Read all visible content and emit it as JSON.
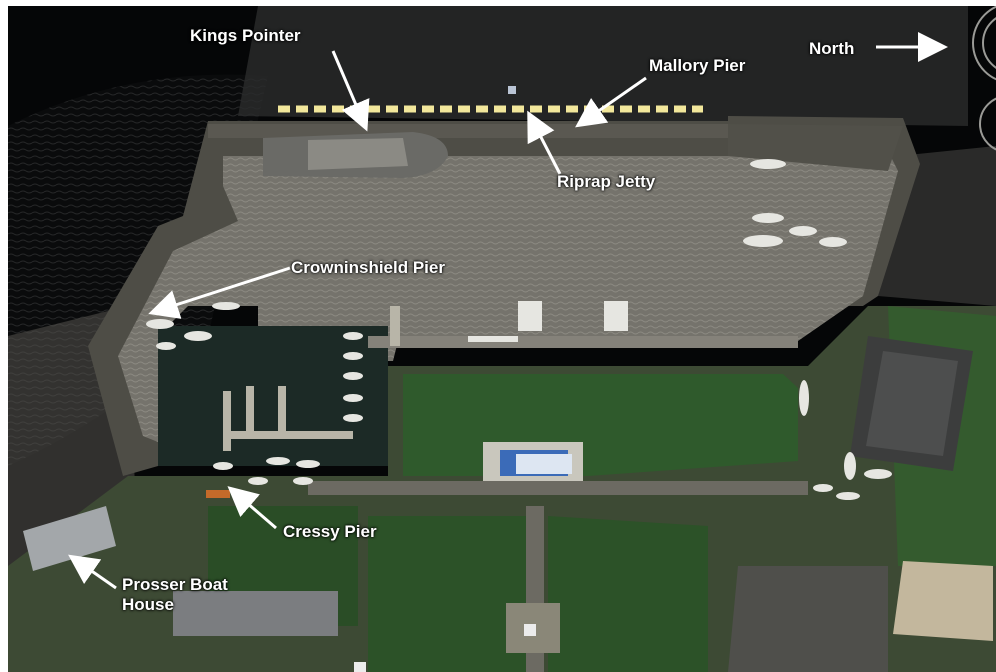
{
  "labels": {
    "kings_pointer": "Kings Pointer",
    "mallory_pier": "Mallory Pier",
    "north": "North",
    "riprap_jetty": "Riprap Jetty",
    "crowninshield_pier": "Crowninshield Pier",
    "cressy_pier": "Cressy Pier",
    "prosser_boat_house_line1": "Prosser Boat",
    "prosser_boat_house_line2": "House"
  },
  "colors": {
    "water_dark": "#050607",
    "harbor_water": "#6e6c66",
    "lawn": "#2f5a2c",
    "pier": "#4a4a44",
    "jetty_marker": "#f2e79b",
    "label_text": "#ffffff"
  },
  "icons": {
    "compass": "compass-ring-icon",
    "arrow": "arrow-icon"
  }
}
